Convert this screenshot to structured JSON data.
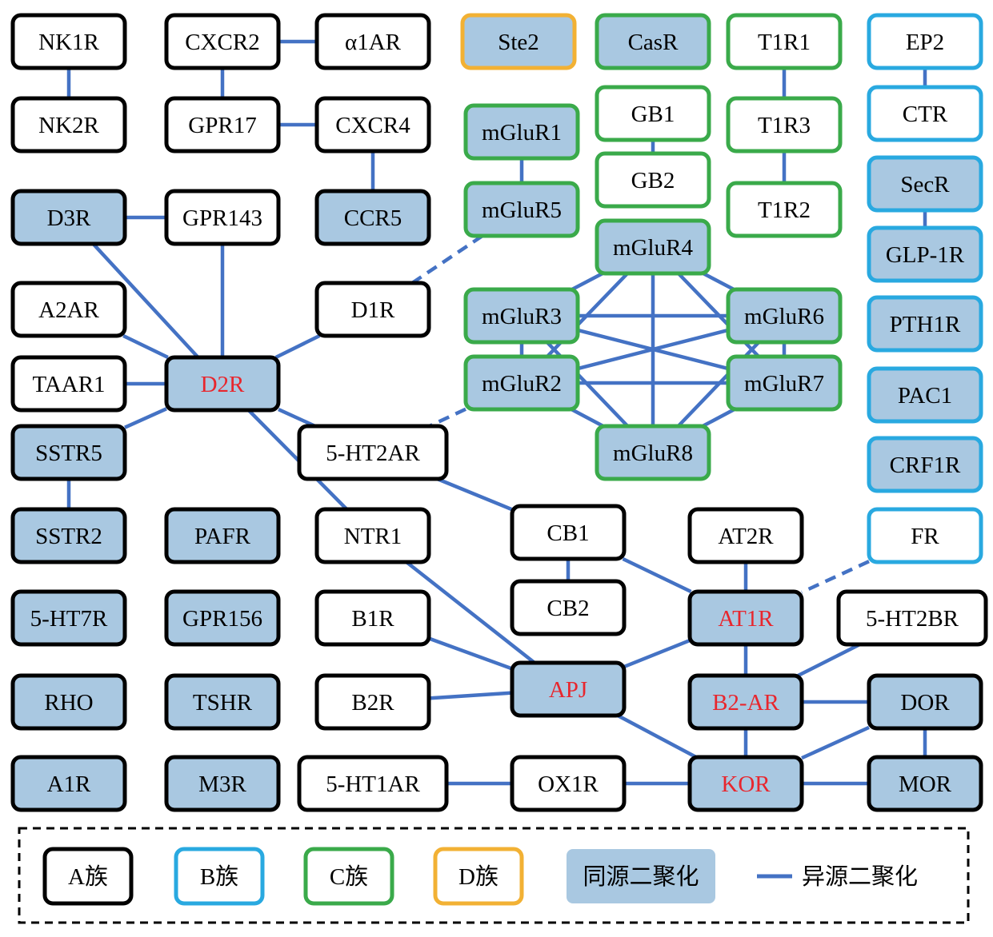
{
  "colors": {
    "family_A": "#000000",
    "family_B": "#29a9e0",
    "family_C": "#3aaa4a",
    "family_D": "#f2b134",
    "homodimer_fill": "#a9c8e1",
    "link": "#4472c4",
    "highlight_text": "#e8262d",
    "normal_text": "#000000"
  },
  "nodes": [
    {
      "id": "NK1R",
      "label": "NK1R",
      "family": "A",
      "homo": false
    },
    {
      "id": "CXCR2",
      "label": "CXCR2",
      "family": "A",
      "homo": false
    },
    {
      "id": "a1AR",
      "label": "α1AR",
      "family": "A",
      "homo": false
    },
    {
      "id": "Ste2",
      "label": "Ste2",
      "family": "D",
      "homo": true
    },
    {
      "id": "CasR",
      "label": "CasR",
      "family": "C",
      "homo": true
    },
    {
      "id": "T1R1",
      "label": "T1R1",
      "family": "C",
      "homo": false
    },
    {
      "id": "EP2",
      "label": "EP2",
      "family": "B",
      "homo": false
    },
    {
      "id": "NK2R",
      "label": "NK2R",
      "family": "A",
      "homo": false
    },
    {
      "id": "GPR17",
      "label": "GPR17",
      "family": "A",
      "homo": false
    },
    {
      "id": "CXCR4",
      "label": "CXCR4",
      "family": "A",
      "homo": false
    },
    {
      "id": "mGluR1",
      "label": "mGluR1",
      "family": "C",
      "homo": true
    },
    {
      "id": "GB1",
      "label": "GB1",
      "family": "C",
      "homo": false
    },
    {
      "id": "T1R3",
      "label": "T1R3",
      "family": "C",
      "homo": false
    },
    {
      "id": "CTR",
      "label": "CTR",
      "family": "B",
      "homo": false
    },
    {
      "id": "D3R",
      "label": "D3R",
      "family": "A",
      "homo": true
    },
    {
      "id": "GPR143",
      "label": "GPR143",
      "family": "A",
      "homo": false
    },
    {
      "id": "CCR5",
      "label": "CCR5",
      "family": "A",
      "homo": true
    },
    {
      "id": "mGluR5",
      "label": "mGluR5",
      "family": "C",
      "homo": true
    },
    {
      "id": "GB2",
      "label": "GB2",
      "family": "C",
      "homo": false
    },
    {
      "id": "T1R2",
      "label": "T1R2",
      "family": "C",
      "homo": false
    },
    {
      "id": "SecR",
      "label": "SecR",
      "family": "B",
      "homo": true
    },
    {
      "id": "GLP1R",
      "label": "GLP-1R",
      "family": "B",
      "homo": true
    },
    {
      "id": "mGluR4",
      "label": "mGluR4",
      "family": "C",
      "homo": true
    },
    {
      "id": "A2AR",
      "label": "A2AR",
      "family": "A",
      "homo": false
    },
    {
      "id": "D1R",
      "label": "D1R",
      "family": "A",
      "homo": false
    },
    {
      "id": "mGluR3",
      "label": "mGluR3",
      "family": "C",
      "homo": true
    },
    {
      "id": "mGluR6",
      "label": "mGluR6",
      "family": "C",
      "homo": true
    },
    {
      "id": "PTH1R",
      "label": "PTH1R",
      "family": "B",
      "homo": true
    },
    {
      "id": "TAAR1",
      "label": "TAAR1",
      "family": "A",
      "homo": false
    },
    {
      "id": "D2R",
      "label": "D2R",
      "family": "A",
      "homo": true,
      "highlight": true
    },
    {
      "id": "mGluR2",
      "label": "mGluR2",
      "family": "C",
      "homo": true
    },
    {
      "id": "mGluR7",
      "label": "mGluR7",
      "family": "C",
      "homo": true
    },
    {
      "id": "PAC1",
      "label": "PAC1",
      "family": "B",
      "homo": true
    },
    {
      "id": "SSTR5",
      "label": "SSTR5",
      "family": "A",
      "homo": true
    },
    {
      "id": "5HT2AR",
      "label": "5-HT2AR",
      "family": "A",
      "homo": false
    },
    {
      "id": "mGluR8",
      "label": "mGluR8",
      "family": "C",
      "homo": true
    },
    {
      "id": "CRF1R",
      "label": "CRF1R",
      "family": "B",
      "homo": true
    },
    {
      "id": "SSTR2",
      "label": "SSTR2",
      "family": "A",
      "homo": true
    },
    {
      "id": "PAFR",
      "label": "PAFR",
      "family": "A",
      "homo": true
    },
    {
      "id": "NTR1",
      "label": "NTR1",
      "family": "A",
      "homo": false
    },
    {
      "id": "CB1",
      "label": "CB1",
      "family": "A",
      "homo": false
    },
    {
      "id": "AT2R",
      "label": "AT2R",
      "family": "A",
      "homo": false
    },
    {
      "id": "FR",
      "label": "FR",
      "family": "B",
      "homo": false
    },
    {
      "id": "CB2",
      "label": "CB2",
      "family": "A",
      "homo": false
    },
    {
      "id": "5HT7R",
      "label": "5-HT7R",
      "family": "A",
      "homo": true
    },
    {
      "id": "GPR156",
      "label": "GPR156",
      "family": "A",
      "homo": true
    },
    {
      "id": "B1R",
      "label": "B1R",
      "family": "A",
      "homo": false
    },
    {
      "id": "AT1R",
      "label": "AT1R",
      "family": "A",
      "homo": true,
      "highlight": true
    },
    {
      "id": "5HT2BR",
      "label": "5-HT2BR",
      "family": "A",
      "homo": false
    },
    {
      "id": "RHO",
      "label": "RHO",
      "family": "A",
      "homo": true
    },
    {
      "id": "TSHR",
      "label": "TSHR",
      "family": "A",
      "homo": true
    },
    {
      "id": "B2R",
      "label": "B2R",
      "family": "A",
      "homo": false
    },
    {
      "id": "APJ",
      "label": "APJ",
      "family": "A",
      "homo": true,
      "highlight": true
    },
    {
      "id": "B2AR",
      "label": "B2-AR",
      "family": "A",
      "homo": true,
      "highlight": true
    },
    {
      "id": "DOR",
      "label": "DOR",
      "family": "A",
      "homo": true
    },
    {
      "id": "A1R",
      "label": "A1R",
      "family": "A",
      "homo": true
    },
    {
      "id": "M3R",
      "label": "M3R",
      "family": "A",
      "homo": true
    },
    {
      "id": "5HT1AR",
      "label": "5-HT1AR",
      "family": "A",
      "homo": false
    },
    {
      "id": "OX1R",
      "label": "OX1R",
      "family": "A",
      "homo": false
    },
    {
      "id": "KOR",
      "label": "KOR",
      "family": "A",
      "homo": true,
      "highlight": true
    },
    {
      "id": "MOR",
      "label": "MOR",
      "family": "A",
      "homo": true
    }
  ],
  "edges": [
    {
      "from": "NK1R",
      "to": "NK2R"
    },
    {
      "from": "CXCR2",
      "to": "a1AR"
    },
    {
      "from": "CXCR2",
      "to": "GPR17"
    },
    {
      "from": "GPR17",
      "to": "CXCR4"
    },
    {
      "from": "CXCR4",
      "to": "CCR5"
    },
    {
      "from": "mGluR1",
      "to": "mGluR5"
    },
    {
      "from": "GB1",
      "to": "GB2"
    },
    {
      "from": "T1R1",
      "to": "T1R3"
    },
    {
      "from": "T1R3",
      "to": "T1R2"
    },
    {
      "from": "EP2",
      "to": "CTR"
    },
    {
      "from": "SecR",
      "to": "GLP1R"
    },
    {
      "from": "D3R",
      "to": "GPR143"
    },
    {
      "from": "D3R",
      "to": "D2R"
    },
    {
      "from": "GPR143",
      "to": "D2R"
    },
    {
      "from": "A2AR",
      "to": "D2R"
    },
    {
      "from": "TAAR1",
      "to": "D2R"
    },
    {
      "from": "SSTR5",
      "to": "D2R"
    },
    {
      "from": "D1R",
      "to": "D2R"
    },
    {
      "from": "D2R",
      "to": "5HT2AR"
    },
    {
      "from": "D2R",
      "to": "NTR1"
    },
    {
      "from": "SSTR5",
      "to": "SSTR2"
    },
    {
      "from": "mGluR5",
      "to": "D1R",
      "dashed": true
    },
    {
      "from": "mGluR2",
      "to": "5HT2AR",
      "dashed": true
    },
    {
      "from": "mGluR4",
      "to": "mGluR3"
    },
    {
      "from": "mGluR4",
      "to": "mGluR6"
    },
    {
      "from": "mGluR4",
      "to": "mGluR2"
    },
    {
      "from": "mGluR4",
      "to": "mGluR7"
    },
    {
      "from": "mGluR4",
      "to": "mGluR8"
    },
    {
      "from": "mGluR3",
      "to": "mGluR6"
    },
    {
      "from": "mGluR3",
      "to": "mGluR2"
    },
    {
      "from": "mGluR3",
      "to": "mGluR7"
    },
    {
      "from": "mGluR3",
      "to": "mGluR8"
    },
    {
      "from": "mGluR6",
      "to": "mGluR2"
    },
    {
      "from": "mGluR6",
      "to": "mGluR7"
    },
    {
      "from": "mGluR6",
      "to": "mGluR8"
    },
    {
      "from": "mGluR2",
      "to": "mGluR7"
    },
    {
      "from": "mGluR2",
      "to": "mGluR8"
    },
    {
      "from": "mGluR7",
      "to": "mGluR8"
    },
    {
      "from": "5HT2AR",
      "to": "CB1"
    },
    {
      "from": "CB1",
      "to": "CB2"
    },
    {
      "from": "CB1",
      "to": "AT1R"
    },
    {
      "from": "NTR1",
      "to": "APJ"
    },
    {
      "from": "B1R",
      "to": "APJ"
    },
    {
      "from": "B2R",
      "to": "APJ"
    },
    {
      "from": "APJ",
      "to": "AT1R"
    },
    {
      "from": "APJ",
      "to": "KOR"
    },
    {
      "from": "AT2R",
      "to": "AT1R"
    },
    {
      "from": "FR",
      "to": "AT1R",
      "dashed": true
    },
    {
      "from": "AT1R",
      "to": "B2AR"
    },
    {
      "from": "B2AR",
      "to": "5HT2BR"
    },
    {
      "from": "B2AR",
      "to": "DOR"
    },
    {
      "from": "B2AR",
      "to": "KOR"
    },
    {
      "from": "KOR",
      "to": "DOR"
    },
    {
      "from": "KOR",
      "to": "MOR"
    },
    {
      "from": "DOR",
      "to": "MOR"
    },
    {
      "from": "5HT1AR",
      "to": "OX1R"
    },
    {
      "from": "OX1R",
      "to": "KOR"
    }
  ],
  "legend": {
    "items": [
      {
        "label": "A族",
        "family": "A"
      },
      {
        "label": "B族",
        "family": "B"
      },
      {
        "label": "C族",
        "family": "C"
      },
      {
        "label": "D族",
        "family": "D"
      }
    ],
    "homodimer_label": "同源二聚化",
    "heterodimer_label": "异源二聚化"
  }
}
